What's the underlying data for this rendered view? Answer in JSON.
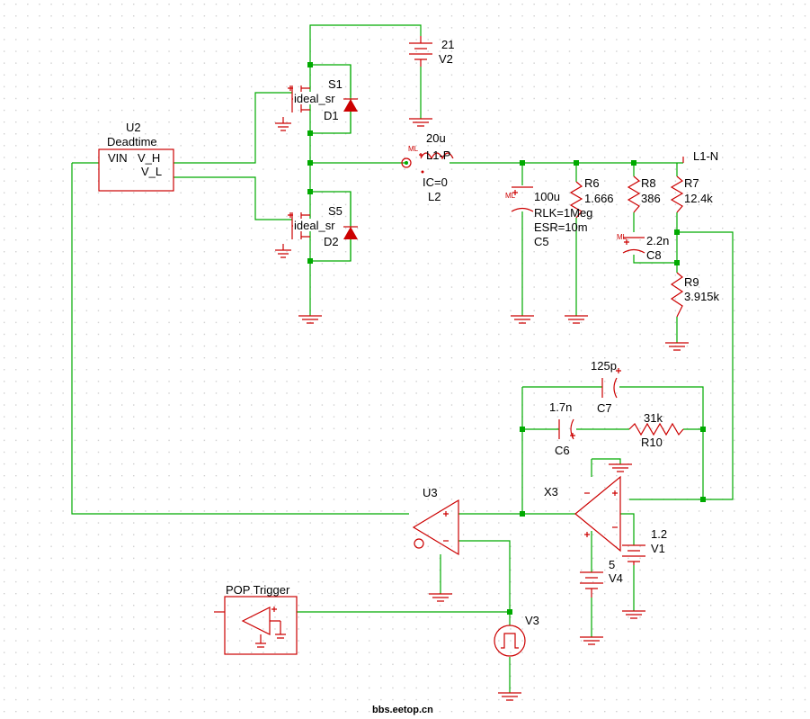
{
  "grid": {
    "dot_color": "#c8c8c8"
  },
  "colors": {
    "wire": "#00aa00",
    "component": "#cc0000",
    "text": "#000000"
  },
  "labels": {
    "U2": "U2",
    "U2_type": "Deadtime",
    "U2_vin": "VIN",
    "U2_vh": "V_H",
    "U2_vl": "V_L",
    "S1": "S1",
    "S1_model": "ideal_sr",
    "D1": "D1",
    "S5": "S5",
    "S5_model": "ideal_sr",
    "D2": "D2",
    "V2_val": "21",
    "V2": "V2",
    "L2_val": "20u",
    "L2_node": "L1-P",
    "L2_ic": "IC=0",
    "L2": "L2",
    "L1N": "L1-N",
    "C5_val": "100u",
    "C5_rlk": "RLK=1Meg",
    "C5_esr": "ESR=10m",
    "C5": "C5",
    "R6": "R6",
    "R6_val": "1.666",
    "R8": "R8",
    "R8_val": "386",
    "R7": "R7",
    "R7_val": "12.4k",
    "C8_val": "2.2n",
    "C8": "C8",
    "R9": "R9",
    "R9_val": "3.915k",
    "C7_val": "125p",
    "C7": "C7",
    "C6_val": "1.7n",
    "C6": "C6",
    "R10_val": "31k",
    "R10": "R10",
    "U3": "U3",
    "X3": "X3",
    "V1_val": "1.2",
    "V1": "V1",
    "V4_val": "5",
    "V4": "V4",
    "pop": "POP Trigger",
    "V3": "V3",
    "watermark": "bbs.eetop.cn"
  }
}
